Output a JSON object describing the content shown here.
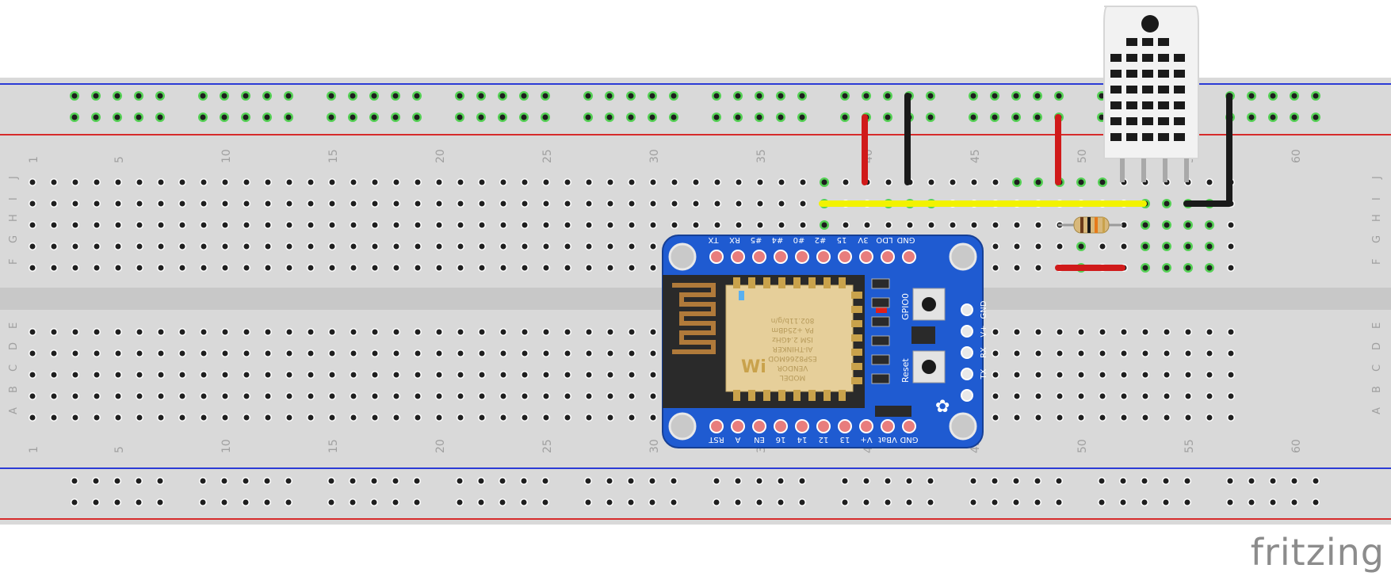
{
  "app": {
    "brand": "fritzing"
  },
  "breadboard": {
    "column_numbers": [
      "1",
      "5",
      "10",
      "15",
      "20",
      "25",
      "30",
      "35",
      "40",
      "45",
      "50",
      "55",
      "60"
    ],
    "row_letters_top": [
      "J",
      "I",
      "H",
      "G",
      "F"
    ],
    "row_letters_bottom": [
      "E",
      "D",
      "C",
      "B",
      "A"
    ],
    "colors": {
      "body": "#d9d9d9",
      "rail_blue": "#2b3bd6",
      "rail_red": "#d62b2b",
      "hole": "#1f1f1f",
      "hole_active": "#55d155"
    }
  },
  "components": {
    "esp_board": {
      "top_pins": [
        "TX",
        "RX",
        "#5",
        "#4",
        "#0",
        "#2",
        "15",
        "3V",
        "LDO",
        "GND"
      ],
      "bottom_pins": [
        "RST",
        "A",
        "EN",
        "16",
        "14",
        "12",
        "13",
        "V+",
        "VBat",
        "GND"
      ],
      "side_pins": [
        "GND",
        "V+",
        "RX",
        "TX"
      ],
      "button_labels": [
        "GPIO0",
        "Reset"
      ],
      "module_text": [
        "MODEL",
        "VENDOR",
        "ESP8266MOD",
        "AI-THINKER",
        "ISM 2.4GHz",
        "PA +25dBm",
        "802.11b/g/n"
      ],
      "colors": {
        "pcb": "#1f5bd1",
        "module": "#e6cf9a",
        "antenna": "#2a2a2a"
      }
    },
    "sensor": {
      "name": "dht-sensor",
      "color": "#f2f2f2"
    },
    "resistor": {
      "bands": [
        "#6b3b1b",
        "#1a1a1a",
        "#e67a1a",
        "#c9a24b"
      ]
    }
  },
  "wires": {
    "colors": {
      "red": "#d01a1a",
      "black": "#1a1a1a",
      "yellow": "#f2f200"
    }
  }
}
